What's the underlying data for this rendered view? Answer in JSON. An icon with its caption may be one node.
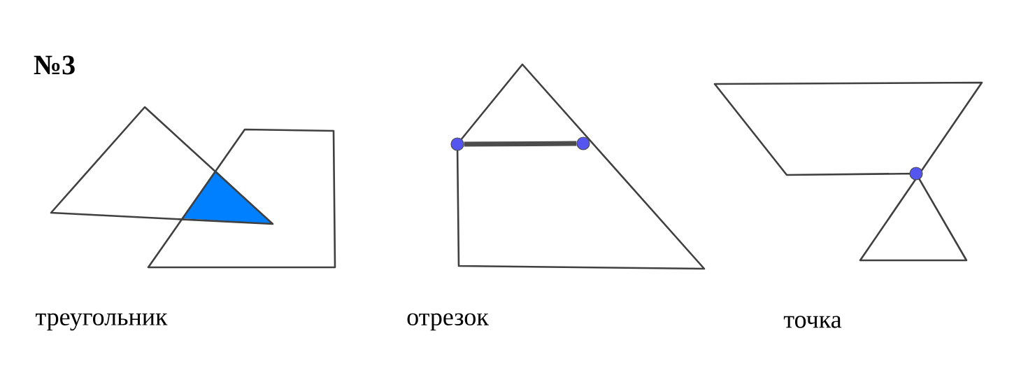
{
  "diagram": {
    "title": "№3",
    "nodes": [
      {
        "text": [],
        "shape": "circle"
      },
      {
        "text": [],
        "shape": "circle"
      },
      {
        "text": [],
        "shape": "circle"
      }
    ],
    "edges": [
      {
        "from": 0,
        "to": 1,
        "arrow": "none"
      }
    ],
    "labels": [
      "треугольник",
      "отрезок",
      "точка"
    ]
  }
}
